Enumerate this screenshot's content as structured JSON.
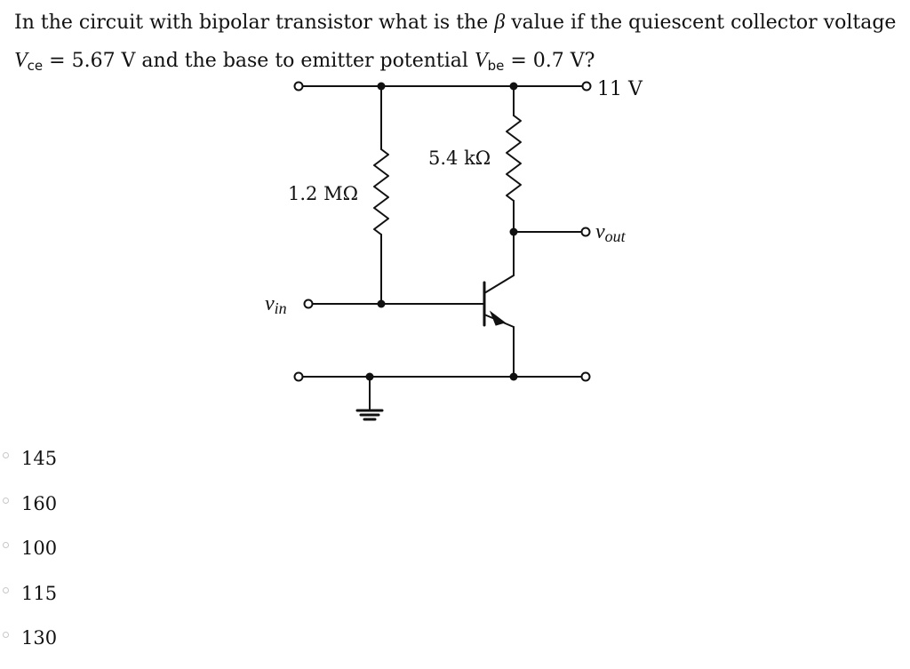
{
  "question": {
    "line1_text": "In the circuit with bipolar transistor what is the ",
    "beta_symbol": "β",
    "line1_end": " value if the quiescent collector voltage",
    "vce_symbol": "V",
    "vce_sub": "ce",
    "vce_value": " = 5.67 V and the base to emitter potential ",
    "vbe_symbol": "V",
    "vbe_sub": "be",
    "vbe_value": " = 0.7 V?"
  },
  "circuit": {
    "supply_label": "11 V",
    "rb_label": "1.2 MΩ",
    "rc_label": "5.4 kΩ",
    "vout_label_main": "v",
    "vout_label_sub": "out",
    "vin_label_main": "v",
    "vin_label_sub": "in"
  },
  "options": [
    {
      "label": "145"
    },
    {
      "label": "160"
    },
    {
      "label": "100"
    },
    {
      "label": "115"
    },
    {
      "label": "130"
    }
  ]
}
